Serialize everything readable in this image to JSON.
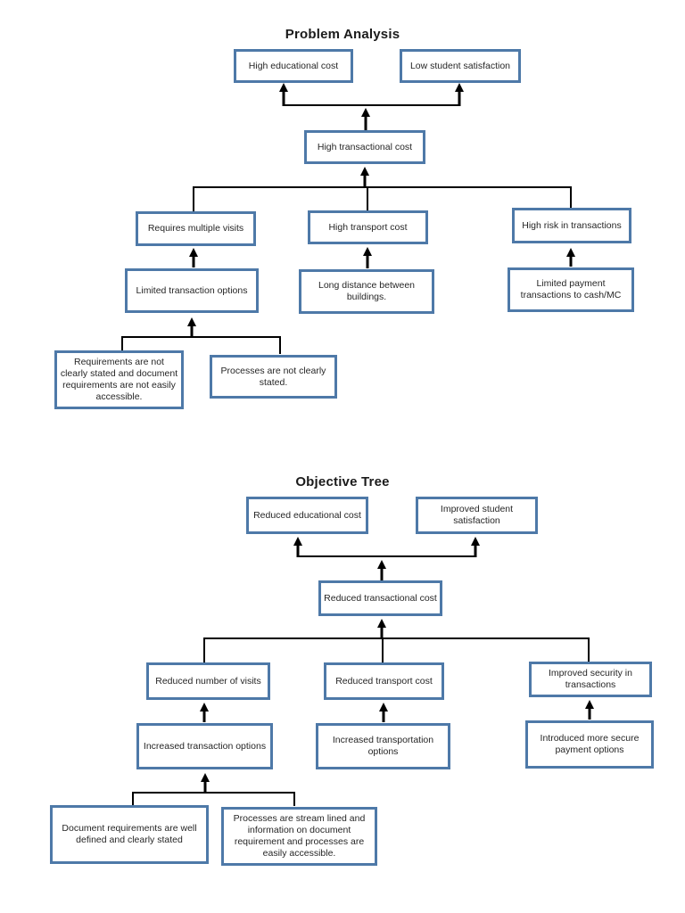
{
  "colors": {
    "page_background": "#ffffff",
    "box_border": "#4e79a8",
    "box_background": "#ffffff",
    "connector": "#000000",
    "text": "#262626"
  },
  "problem_tree": {
    "title": "Problem Analysis",
    "nodes": {
      "effect_left": "High educational cost",
      "effect_right": "Low student satisfaction",
      "core": "High transactional cost",
      "cause_visits": "Requires multiple visits",
      "cause_transport": "High transport cost",
      "cause_risk": "High risk in transactions",
      "sub_options": "Limited transaction options",
      "sub_distance": "Long distance between buildings.",
      "sub_payment": "Limited payment transactions to cash/MC",
      "root_requirements": "Requirements are not clearly stated and document requirements are not easily accessible.",
      "root_processes": "Processes are not clearly stated."
    }
  },
  "objective_tree": {
    "title": "Objective Tree",
    "nodes": {
      "effect_left": "Reduced educational cost",
      "effect_right": "Improved student satisfaction",
      "core": "Reduced transactional cost",
      "means_visits": "Reduced number of visits",
      "means_transport": "Reduced transport cost",
      "means_security": "Improved security in transactions",
      "sub_options": "Increased transaction options",
      "sub_transportation": "Increased transportation options",
      "sub_payment": "Introduced more secure payment options",
      "root_requirements": "Document requirements are well defined and clearly stated",
      "root_processes": "Processes are stream lined and information on document requirement and processes are easily accessible."
    }
  }
}
